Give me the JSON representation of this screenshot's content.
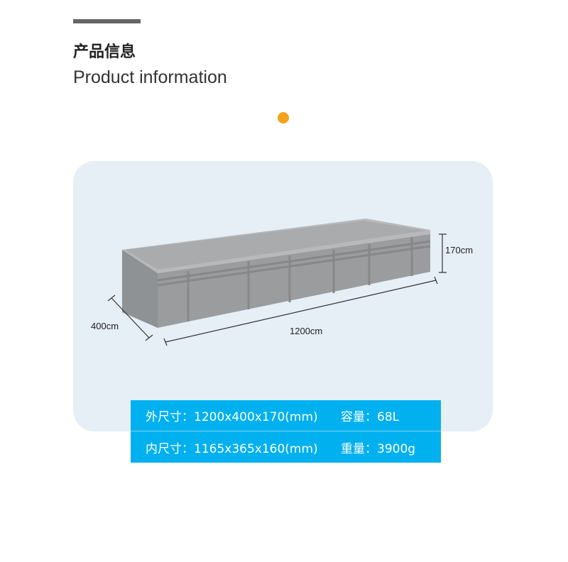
{
  "header": {
    "title_cn": "产品信息",
    "title_en": "Product information"
  },
  "dimensions": {
    "height": "170cm",
    "width": "400cm",
    "length": "1200cm"
  },
  "specs": [
    {
      "size": "外尺寸：1200x400x170(mm)",
      "extra": "容量：68L"
    },
    {
      "size": "内尺寸：1165x365x160(mm)",
      "extra": "重量：3900g"
    }
  ],
  "colors": {
    "accent": "#f5a31a",
    "spec_bg": "#00b0ef",
    "panel": "#e6eef6"
  }
}
